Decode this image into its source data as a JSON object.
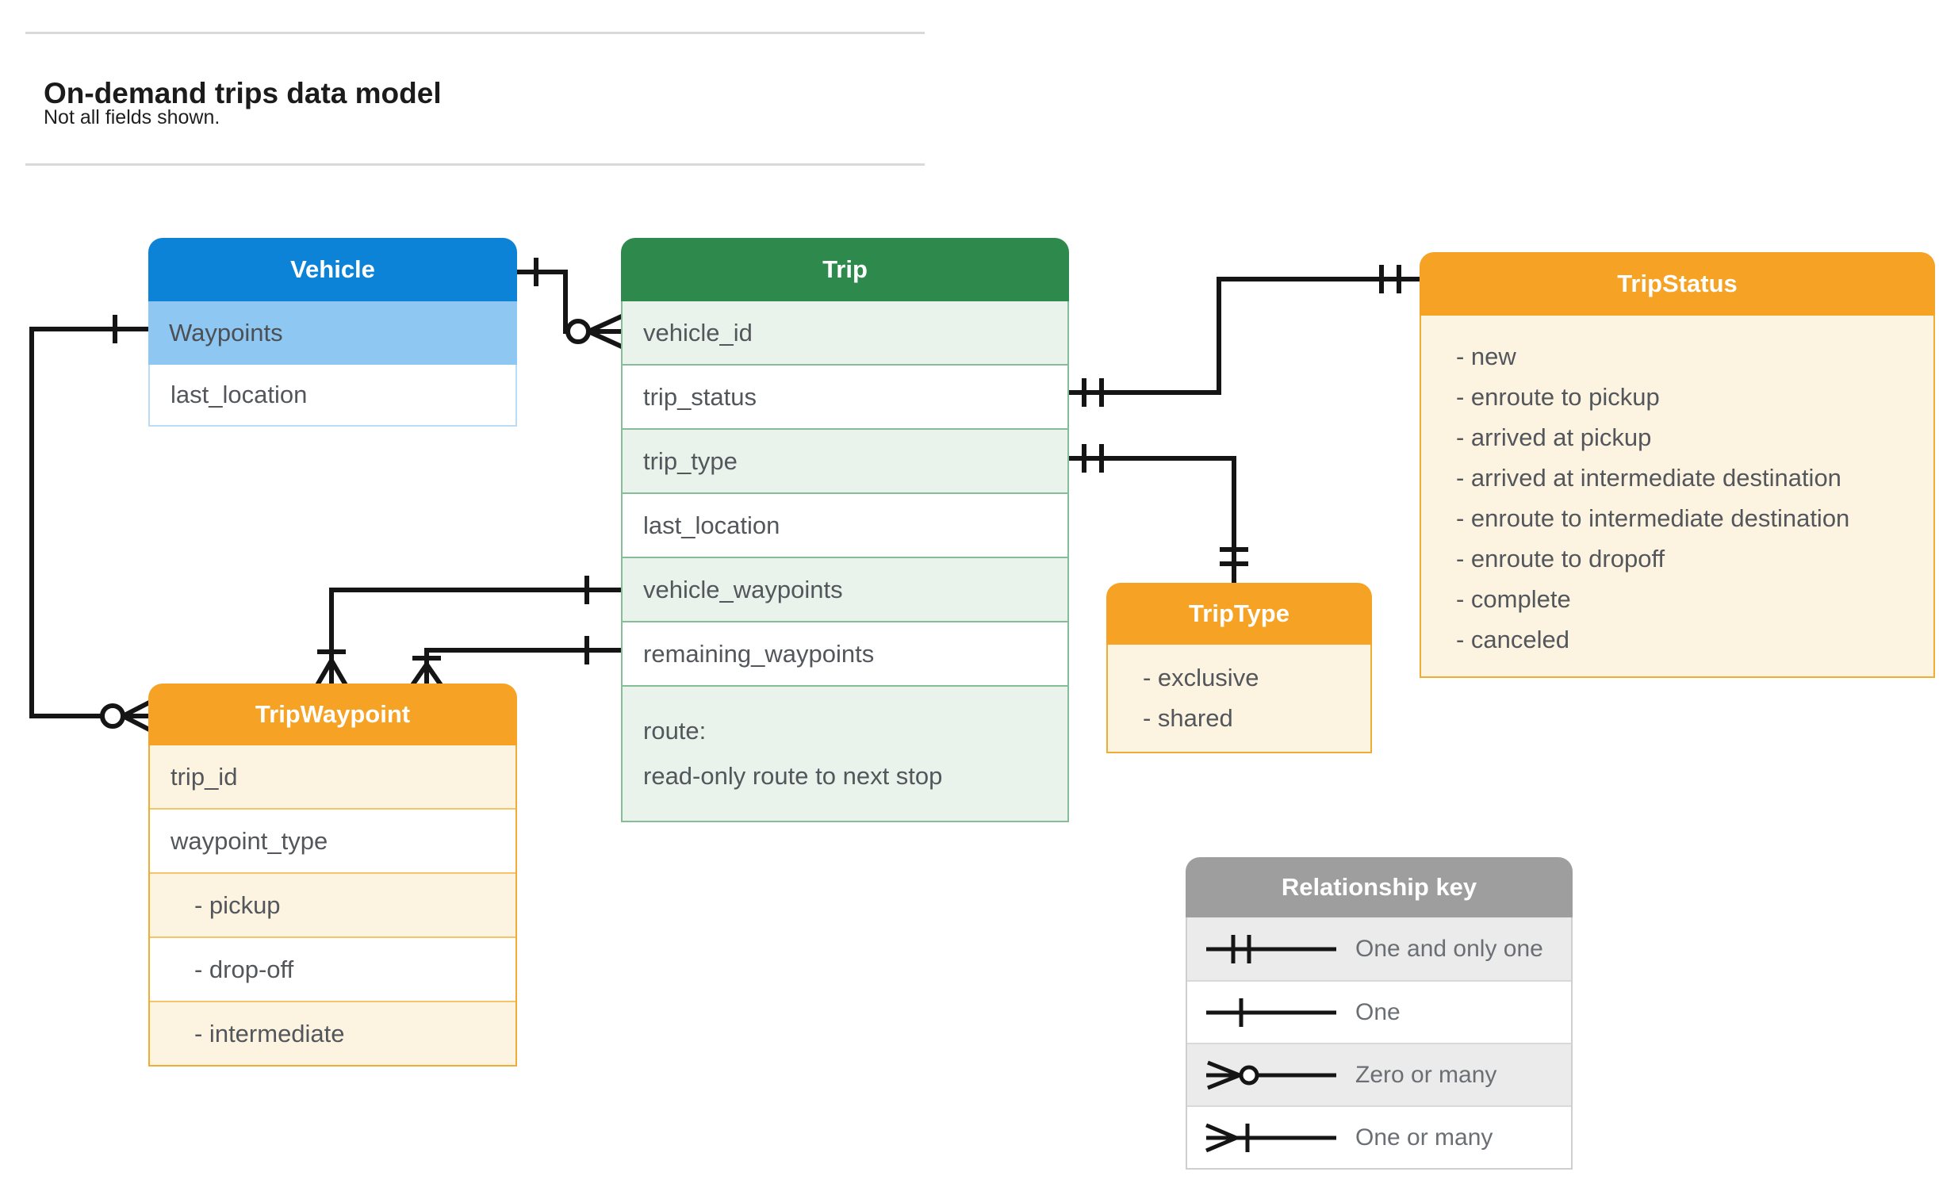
{
  "page": {
    "title": "On-demand trips data model",
    "subtitle": "Not all fields shown."
  },
  "tables": {
    "vehicle": {
      "title": "Vehicle",
      "rows": [
        {
          "label": "Waypoints",
          "highlight": true
        },
        {
          "label": "last_location"
        }
      ]
    },
    "trip": {
      "title": "Trip",
      "rows": [
        {
          "label": "vehicle_id"
        },
        {
          "label": "trip_status"
        },
        {
          "label": "trip_type"
        },
        {
          "label": "last_location"
        },
        {
          "label": "vehicle_waypoints"
        },
        {
          "label": "remaining_waypoints"
        },
        {
          "label": "route:",
          "sublabel": "read-only route to next stop"
        }
      ]
    },
    "trip_status": {
      "title": "TripStatus",
      "items": [
        "- new",
        "- enroute to pickup",
        "- arrived at pickup",
        "- arrived at intermediate destination",
        "- enroute to intermediate destination",
        "- enroute to dropoff",
        "- complete",
        "- canceled"
      ]
    },
    "trip_type": {
      "title": "TripType",
      "items": [
        "- exclusive",
        "- shared"
      ]
    },
    "trip_waypoint": {
      "title": "TripWaypoint",
      "rows": [
        {
          "label": "trip_id"
        },
        {
          "label": "waypoint_type"
        },
        {
          "label": "- pickup",
          "indent": true
        },
        {
          "label": "- drop-off",
          "indent": true
        },
        {
          "label": "- intermediate",
          "indent": true
        }
      ]
    },
    "key": {
      "title": "Relationship key",
      "rows": [
        {
          "symbol": "one-and-only-one-symbol",
          "label": "One and only one"
        },
        {
          "symbol": "one-symbol",
          "label": "One"
        },
        {
          "symbol": "zero-or-many-symbol",
          "label": "Zero or many"
        },
        {
          "symbol": "one-or-many-symbol",
          "label": "One or many"
        }
      ]
    }
  },
  "relationships": [
    {
      "from": "Vehicle",
      "to": "Trip.vehicle_id",
      "from_cardinality": "one",
      "to_cardinality": "zero-or-many"
    },
    {
      "from": "Vehicle.Waypoints",
      "to": "TripWaypoint",
      "from_cardinality": "one",
      "to_cardinality": "zero-or-many"
    },
    {
      "from": "Trip.trip_status",
      "to": "TripStatus",
      "from_cardinality": "one-and-only-one",
      "to_cardinality": "one-and-only-one"
    },
    {
      "from": "Trip.trip_type",
      "to": "TripType",
      "from_cardinality": "one-and-only-one",
      "to_cardinality": "one-and-only-one"
    },
    {
      "from": "Trip.vehicle_waypoints",
      "to": "TripWaypoint",
      "from_cardinality": "one",
      "to_cardinality": "one-or-many"
    },
    {
      "from": "Trip.remaining_waypoints",
      "to": "TripWaypoint",
      "from_cardinality": "one",
      "to_cardinality": "one-or-many"
    }
  ],
  "colors": {
    "blue_header": "#0d83d7",
    "blue_highlight_row": "#8ec7f1",
    "green_header": "#2e8a4c",
    "green_row": "#e9f3ec",
    "orange_header": "#f6a224",
    "orange_row": "#fdf3e1",
    "gray_header": "#9e9e9e",
    "gray_row": "#ebebeb",
    "field_text": "#53575c",
    "connector_line": "#151515"
  }
}
